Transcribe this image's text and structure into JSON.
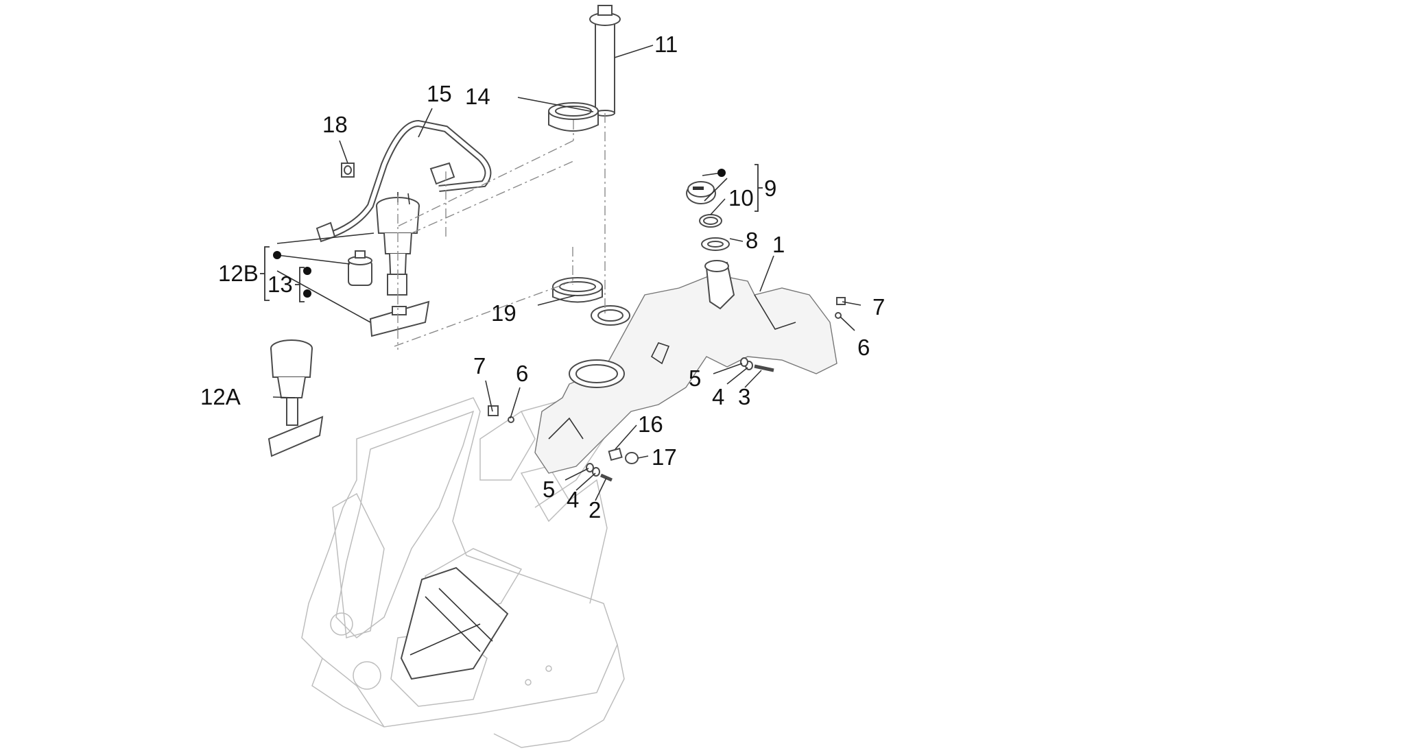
{
  "callouts": {
    "c1": "1",
    "c2": "2",
    "c3": "3",
    "c4a": "4",
    "c4b": "4",
    "c5a": "5",
    "c5b": "5",
    "c6a": "6",
    "c6b": "6",
    "c7a": "7",
    "c7b": "7",
    "c8": "8",
    "c9": "9",
    "c10": "10",
    "c11": "11",
    "c12a": "12A",
    "c12b": "12B",
    "c13": "13",
    "c14": "14",
    "c15": "15",
    "c16": "16",
    "c17": "17",
    "c18": "18",
    "c19": "19"
  },
  "colors": {
    "label": "#111111",
    "line": "#333333",
    "part_outline": "#4a4a4a",
    "frame_outline": "#bdbdbd"
  }
}
